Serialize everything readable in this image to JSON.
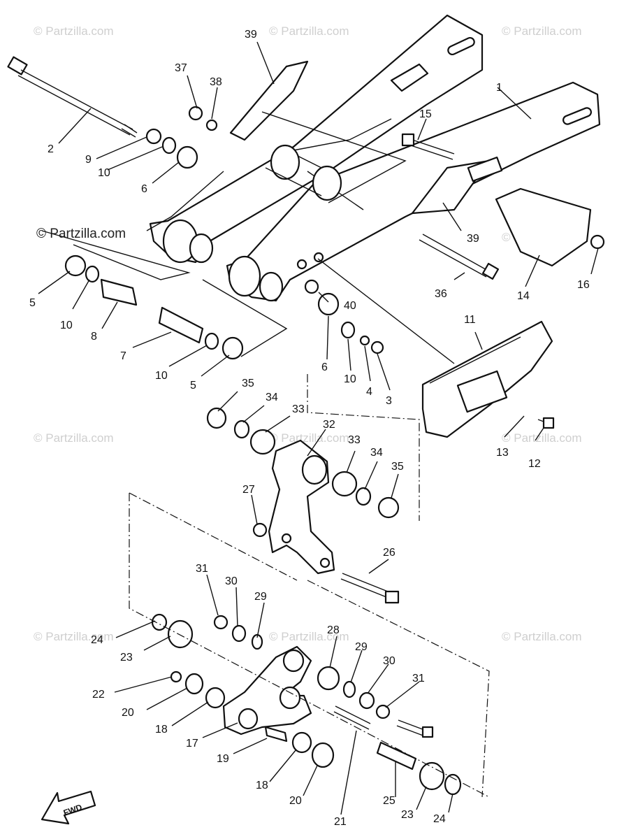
{
  "watermarks": {
    "faint": "© Partzilla.com",
    "strong": "© Partzilla.com"
  },
  "fwd_label": "FWD",
  "callouts": [
    "1",
    "2",
    "3",
    "4",
    "5",
    "5",
    "6",
    "6",
    "7",
    "8",
    "9",
    "10",
    "10",
    "10",
    "10",
    "11",
    "12",
    "13",
    "14",
    "15",
    "16",
    "17",
    "18",
    "18",
    "19",
    "20",
    "20",
    "21",
    "22",
    "23",
    "23",
    "24",
    "24",
    "25",
    "26",
    "27",
    "28",
    "29",
    "29",
    "30",
    "30",
    "31",
    "31",
    "32",
    "33",
    "33",
    "34",
    "34",
    "35",
    "35",
    "36",
    "37",
    "38",
    "39",
    "39",
    "40"
  ]
}
